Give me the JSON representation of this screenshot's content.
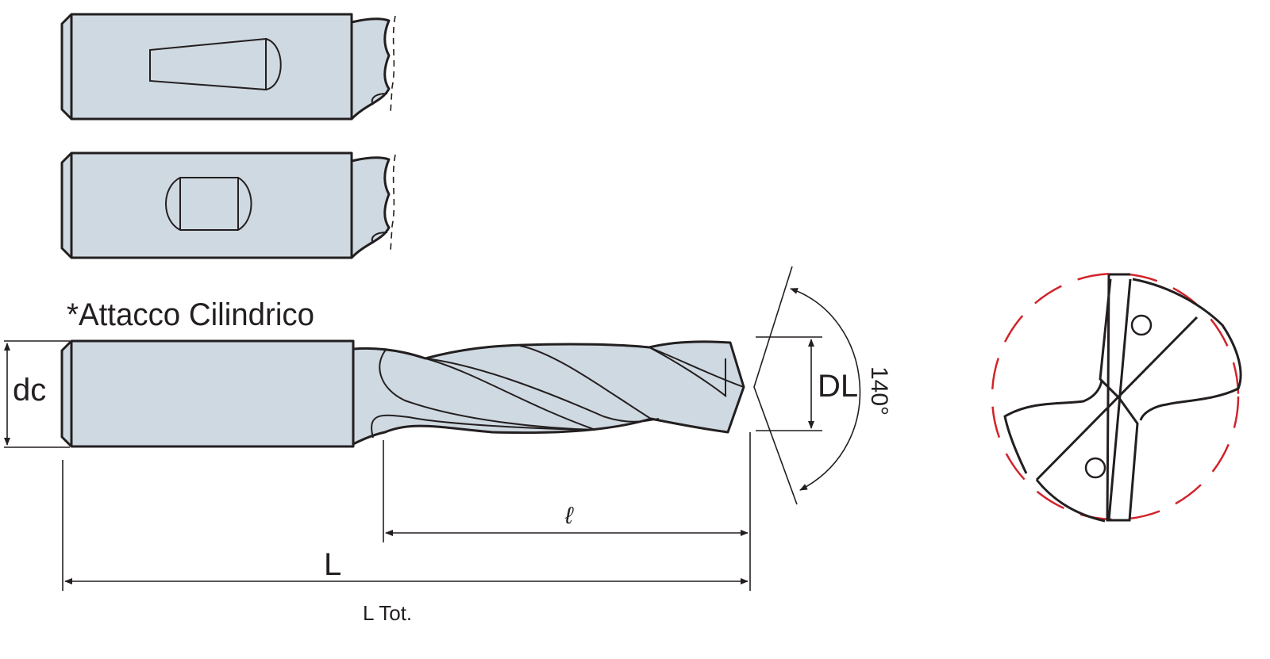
{
  "title": "*Attacco Cilindrico",
  "labels": {
    "shank_diameter": "dc",
    "cutting_diameter": "DL",
    "point_angle": "140°",
    "cutting_length": "ℓ",
    "length": "L",
    "total_length": "L Tot."
  },
  "colors": {
    "tool_fill": "#cfd9e1",
    "outline": "#231f20",
    "circle_dashed": "#d2232a"
  }
}
